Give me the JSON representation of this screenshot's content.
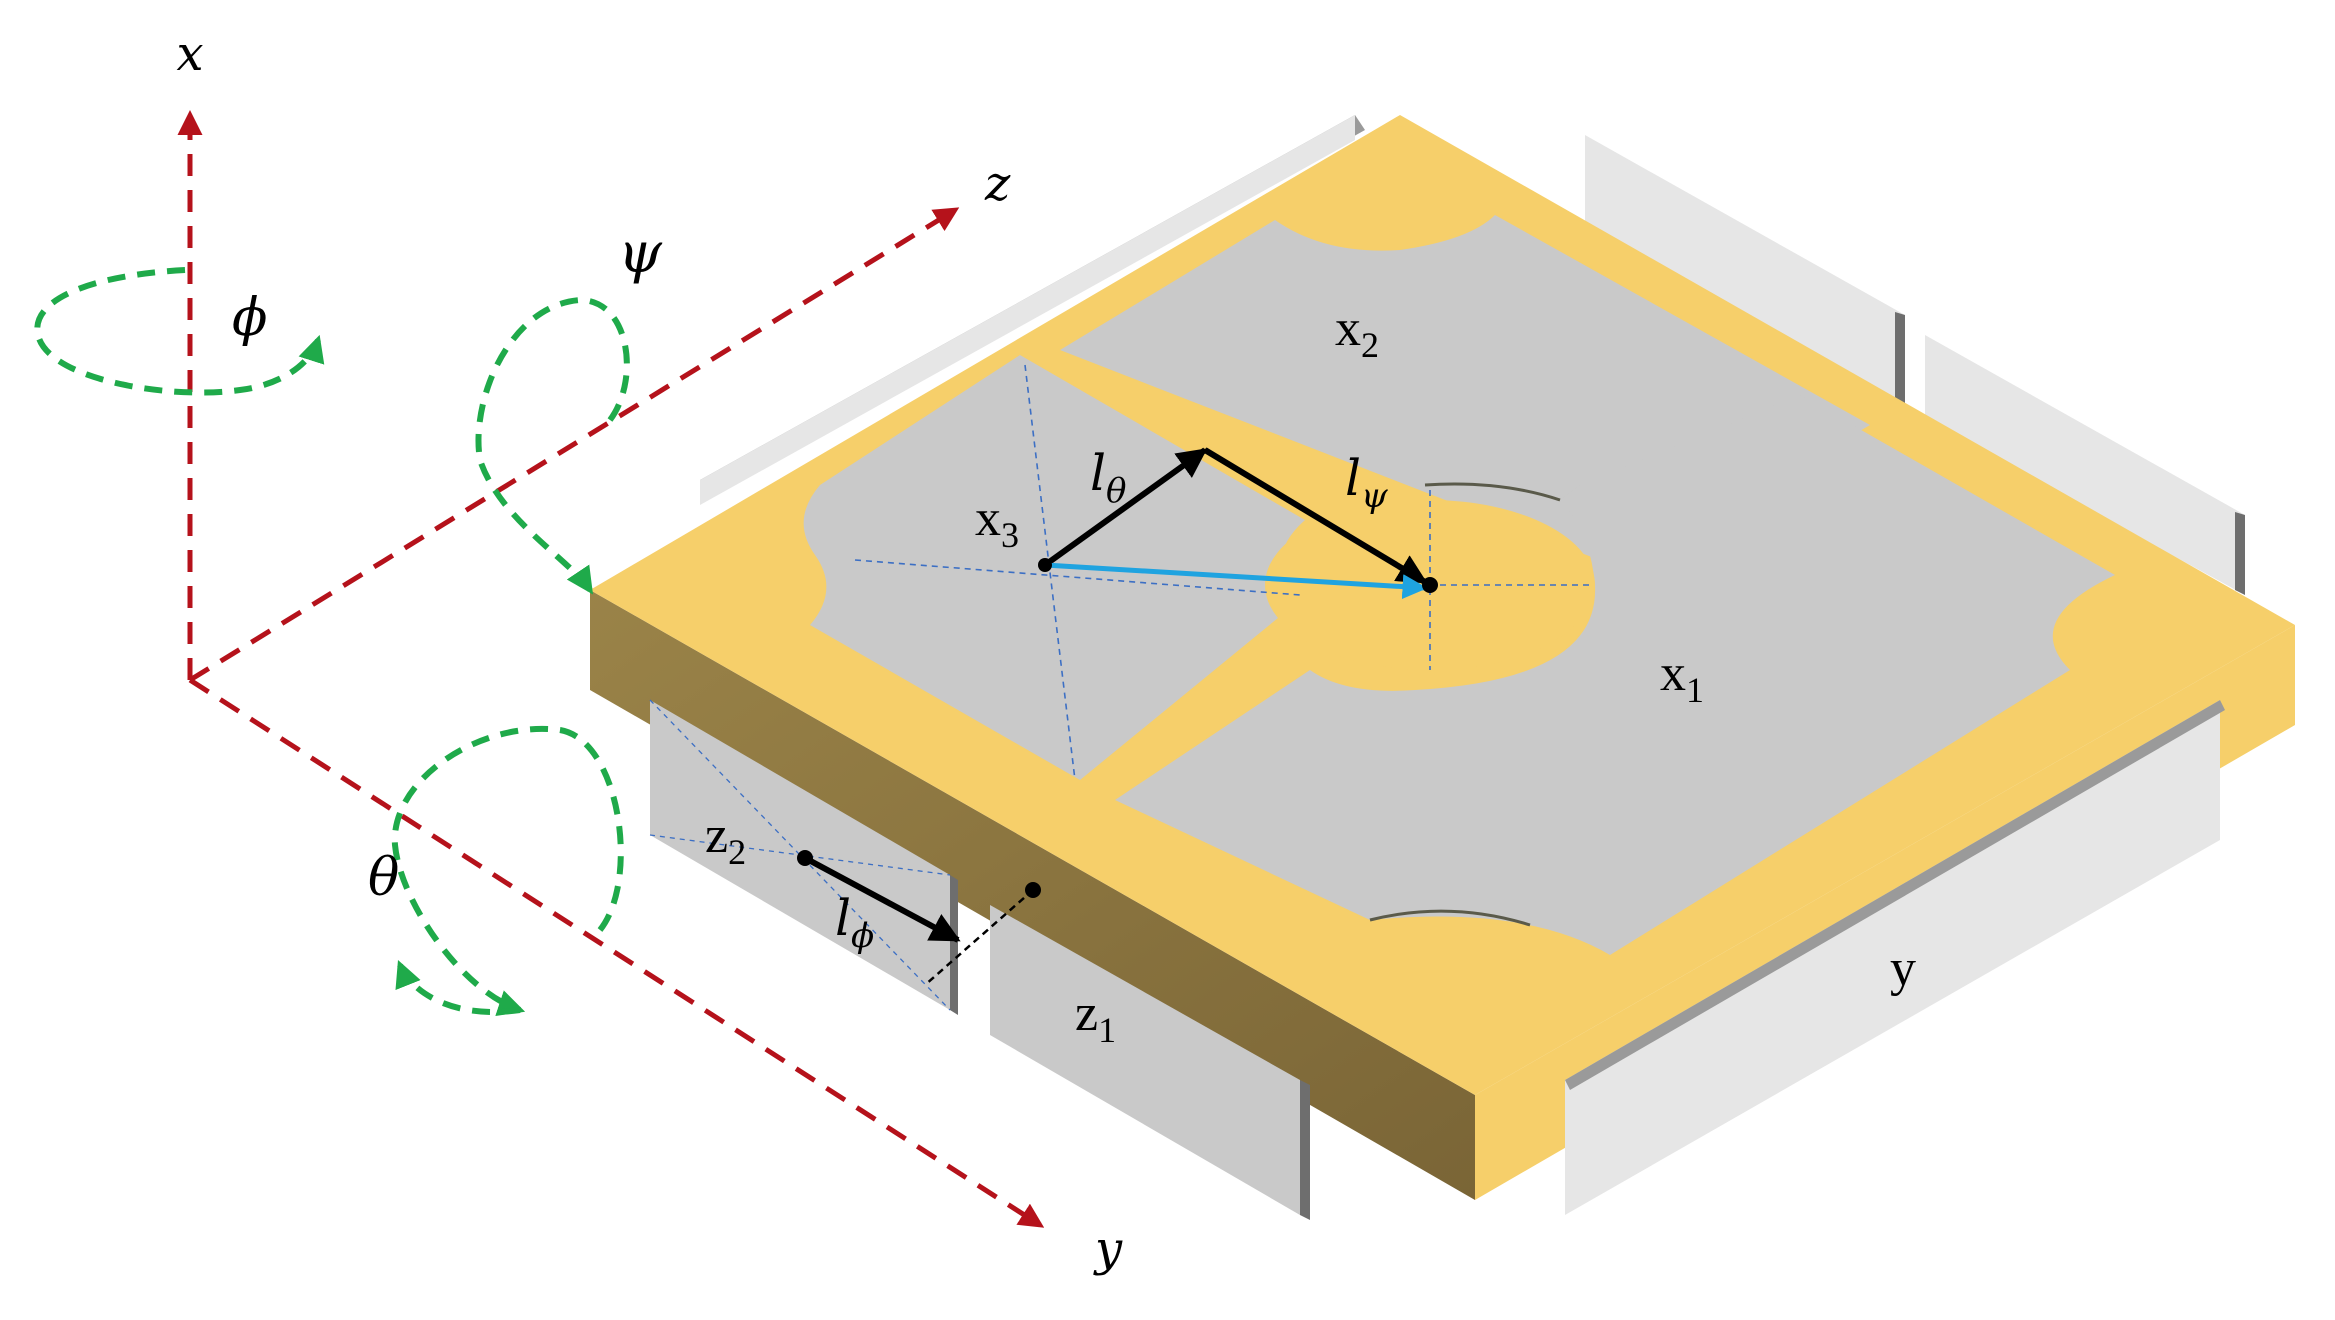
{
  "axes": {
    "x": "x",
    "y": "y",
    "z": "z"
  },
  "rotations": {
    "phi": "ϕ",
    "psi": "ψ",
    "theta": "θ"
  },
  "electrodes": {
    "x1": {
      "base": "x",
      "sub": "1"
    },
    "x2": {
      "base": "x",
      "sub": "2"
    },
    "x3": {
      "base": "x",
      "sub": "3"
    },
    "z1": {
      "base": "z",
      "sub": "1"
    },
    "z2": {
      "base": "z",
      "sub": "2"
    },
    "y": "y"
  },
  "lever_arms": {
    "l_theta": {
      "base": "l",
      "sub": "θ"
    },
    "l_psi": {
      "base": "l",
      "sub": "ψ"
    },
    "l_phi": {
      "base": "l",
      "sub": "ϕ"
    }
  },
  "colors": {
    "axis": "#b5121b",
    "rotation": "#1faa4a",
    "gold": "#f6cf6a",
    "gold_side": "#8a7440",
    "electrode": "#c9c9c9",
    "side_plate": "#e6e6e6",
    "vector_black": "#000000",
    "vector_blue": "#1fa3e0"
  }
}
